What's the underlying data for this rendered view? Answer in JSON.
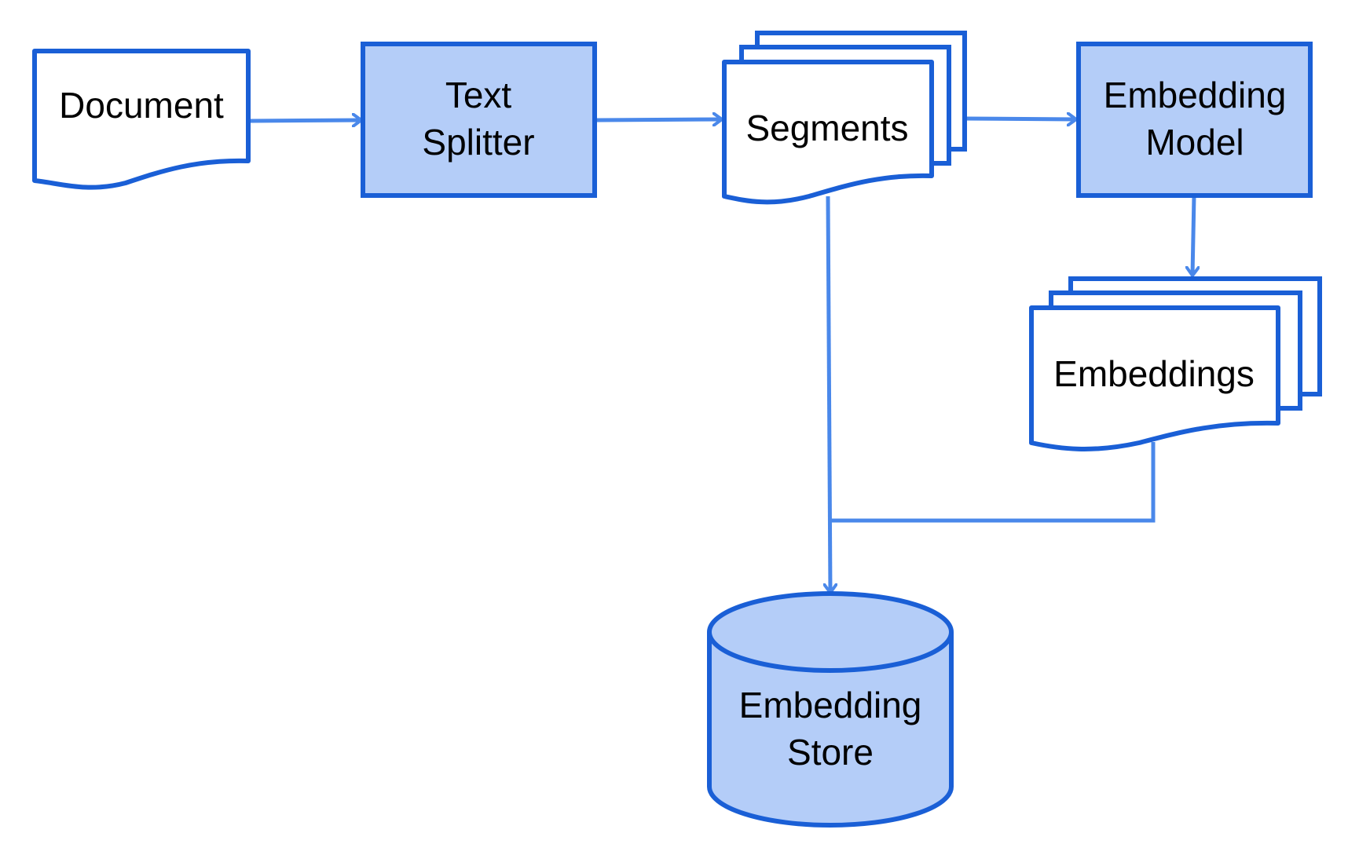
{
  "colors": {
    "stroke": "#1A5FD6",
    "fill_light": "#B4CDF8",
    "fill_white": "#FFFFFF",
    "connector": "#4A88EA",
    "text": "#000000"
  },
  "nodes": {
    "document": {
      "label": "Document",
      "shape": "document"
    },
    "text_splitter": {
      "line1": "Text",
      "line2": "Splitter",
      "shape": "process"
    },
    "segments": {
      "label": "Segments",
      "shape": "multi-document"
    },
    "embedding_model": {
      "line1": "Embedding",
      "line2": "Model",
      "shape": "process"
    },
    "embeddings": {
      "label": "Embeddings",
      "shape": "multi-document"
    },
    "embedding_store": {
      "line1": "Embedding",
      "line2": "Store",
      "shape": "database"
    }
  },
  "edges": [
    {
      "from": "document",
      "to": "text_splitter"
    },
    {
      "from": "text_splitter",
      "to": "segments"
    },
    {
      "from": "segments",
      "to": "embedding_model"
    },
    {
      "from": "embedding_model",
      "to": "embeddings"
    },
    {
      "from": "segments",
      "to": "embedding_store"
    },
    {
      "from": "embeddings",
      "to": "embedding_store"
    }
  ]
}
